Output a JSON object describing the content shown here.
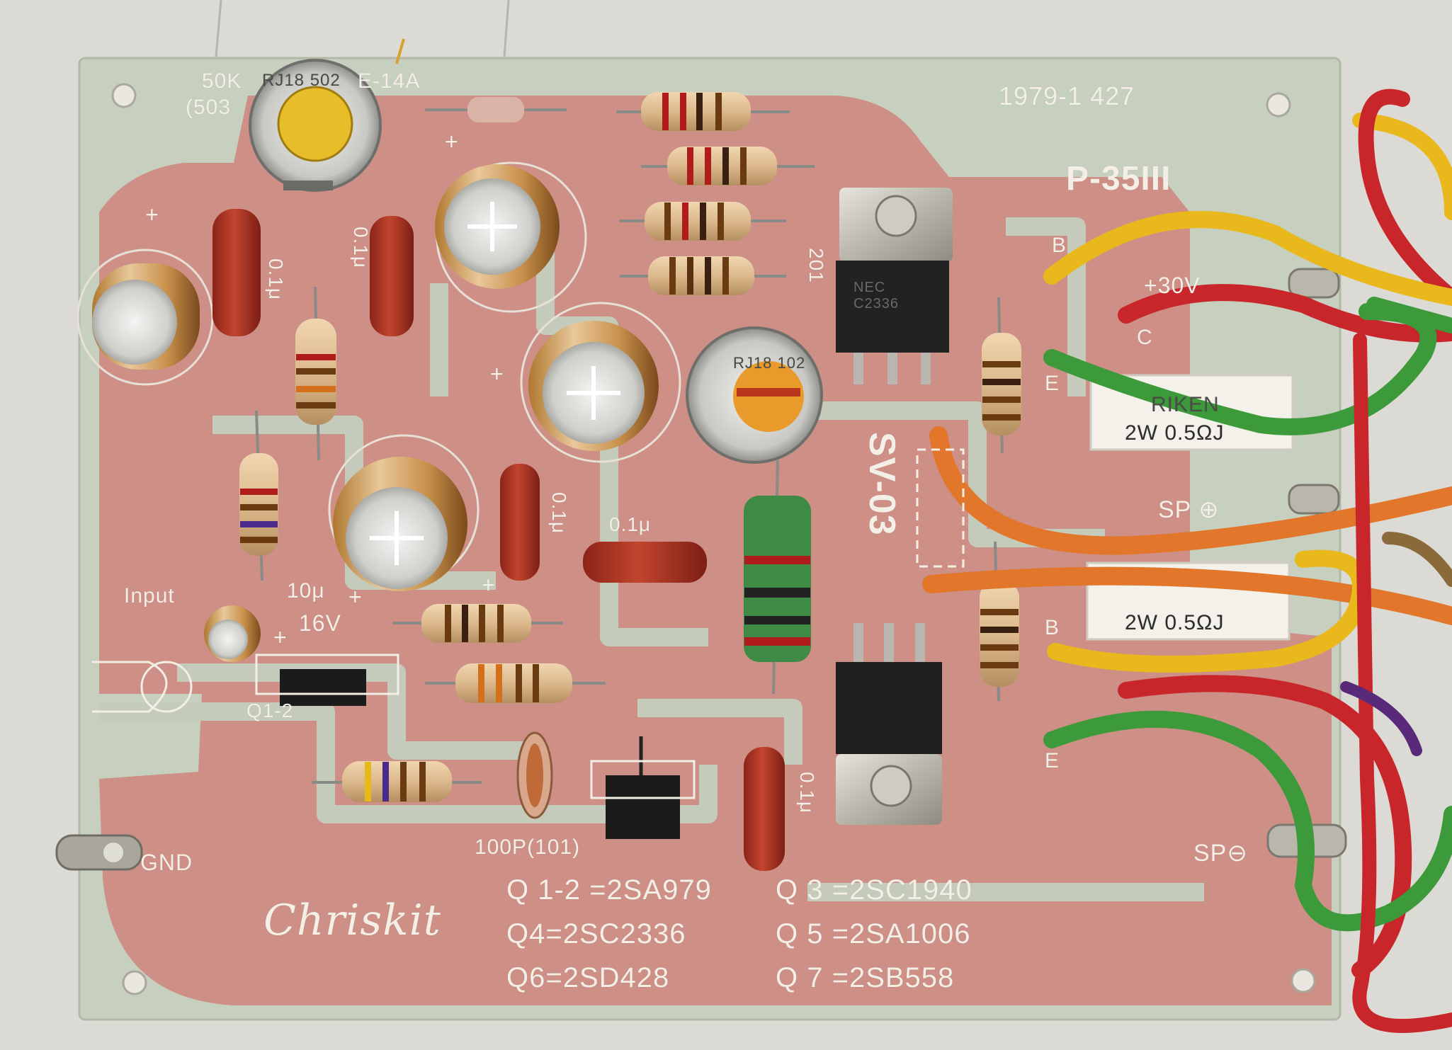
{
  "board": {
    "date_code": "1979-1  427",
    "model": "P-35III",
    "brand": "Chriskit",
    "module": "SV-03"
  },
  "labels": {
    "trimmer_value": "50K",
    "trimmer_code": "(503",
    "trimmer_part": "E-14A",
    "trimmer1_marking": "RJ18 502",
    "trimmer2_marking": "RJ18 102",
    "cap_01u": "0.1μ",
    "cap_10u": "10μ",
    "cap_16v": "16V",
    "input": "Input",
    "q12_mark": "Q1-2",
    "cap_100p": "100P(101)",
    "gnd": "GND",
    "plus": "+",
    "r201": "201",
    "resistor_rating": "2W  0.5ΩJ",
    "resistor_brand": "RIKEN",
    "b_label": "B",
    "c_label": "C",
    "e_label": "E",
    "plus30v": "+30V",
    "sp_plus": "SP ⊕",
    "sp_minus": "SP⊖",
    "transistor_marking": "NEC C2336"
  },
  "parts_list": [
    "Q 1-2 =2SA979",
    "Q 3 =2SC1940",
    "Q4=2SC2336",
    "Q 5 =2SA1006",
    "Q6=2SD428",
    "Q 7 =2SB558"
  ],
  "colors": {
    "pcb": "#c9d0c0",
    "copper_mask": "#cf8a80",
    "wire_red": "#c8262a",
    "wire_yellow": "#e8b81c",
    "wire_green": "#3c9a3a",
    "wire_orange": "#e2762a"
  }
}
